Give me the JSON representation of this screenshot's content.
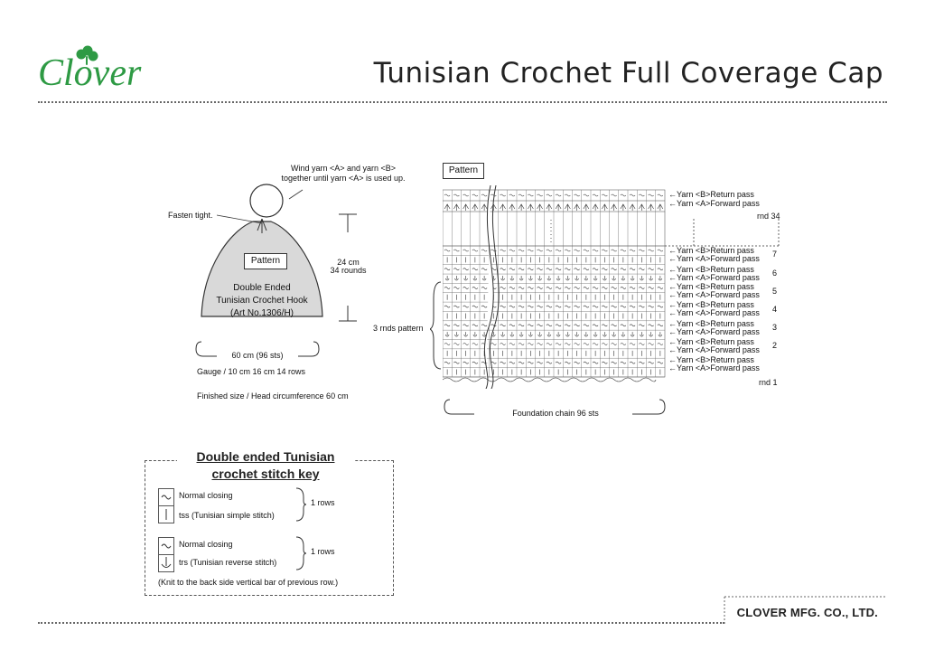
{
  "brand": {
    "logo_text": "Clover",
    "company": "CLOVER MFG. CO., LTD."
  },
  "header": {
    "title": "Tunisian Crochet Full Coverage Cap"
  },
  "cap": {
    "wind_note_line1": "Wind yarn <A> and yarn <B>",
    "wind_note_line2": "together until yarn <A> is used up.",
    "fasten": "Fasten tight.",
    "pattern_label": "Pattern",
    "hook_line1": "Double Ended",
    "hook_line2": "Tunisian Crochet Hook",
    "hook_line3": "(Art No.1306/H)",
    "height_line1": "24 cm",
    "height_line2": "34 rounds",
    "width_label": "60 cm (96 sts)",
    "gauge": "Gauge / 10 cm 16 cm 14 rows",
    "finished": "Finished size / Head circumference 60 cm",
    "pattern_repeat": "3 rnds pattern"
  },
  "chart": {
    "pattern_label": "Pattern",
    "foundation": "Foundation chain 96 sts",
    "return_pass": "←Yarn <B>Return pass",
    "forward_pass": "←Yarn <A>Forward pass",
    "rnd_top": "rnd 34",
    "rnd_bottom": "rnd 1",
    "row_numbers": [
      "7",
      "6",
      "5",
      "4",
      "3",
      "2"
    ]
  },
  "key": {
    "title_line1": "Double ended Tunisian",
    "title_line2": "crochet stitch key",
    "group1_closing": "Normal closing",
    "group1_stitch": "tss (Tunisian simple stitch)",
    "group1_rows": "1 rows",
    "group2_closing": "Normal closing",
    "group2_stitch": "trs (Tunisian reverse stitch)",
    "group2_rows": "1 rows",
    "note": "(Knit to the back side vertical bar of previous row.)"
  },
  "colors": {
    "brand_green": "#2e9a44",
    "ink": "#222222",
    "cap_fill": "#d9d9d9"
  }
}
